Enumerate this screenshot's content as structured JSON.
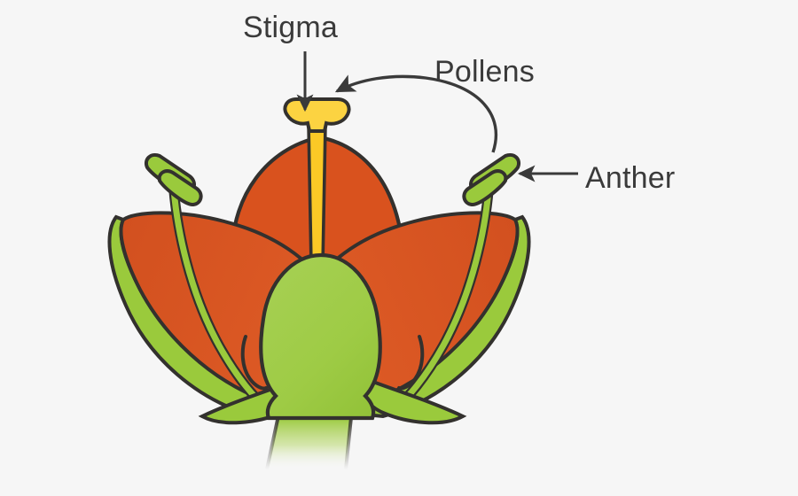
{
  "diagram": {
    "title": "Flower structure diagram",
    "background_color": "#f6f6f6",
    "labels": {
      "stigma": "Stigma",
      "pollens": "Pollens",
      "anther": "Anther"
    },
    "colors": {
      "petal_orange": "#d9521e",
      "petal_orange_light": "#e0622b",
      "sepal_green": "#9aca3c",
      "ovary_green": "#9ecb45",
      "style_yellow": "#fbc926",
      "stigma_yellow": "#fcd341",
      "outline_dark": "#33312e",
      "label_text": "#3a3a3a",
      "arrow_stroke": "#3a3a3a",
      "background": "#f6f6f6"
    },
    "parts": [
      {
        "name": "stigma",
        "color": "#fcd341",
        "description": "yellow T-shaped cap at top of style"
      },
      {
        "name": "style",
        "color": "#fbc926",
        "description": "yellow vertical stalk below stigma"
      },
      {
        "name": "ovary",
        "color": "#9ecb45",
        "description": "large green rounded base"
      },
      {
        "name": "stem",
        "color": "#9ecb45",
        "description": "green stem fading at bottom"
      },
      {
        "name": "petal-center",
        "color": "#d9521e",
        "description": "round orange petal behind"
      },
      {
        "name": "petal-left",
        "color": "#d9521e",
        "description": "large orange petal to the left"
      },
      {
        "name": "petal-right",
        "color": "#d9521e",
        "description": "large orange petal to the right"
      },
      {
        "name": "sepal-left",
        "color": "#9aca3c",
        "description": "green sepal on outer left petal edge"
      },
      {
        "name": "sepal-right",
        "color": "#9aca3c",
        "description": "green sepal on outer right petal edge"
      },
      {
        "name": "anther-left",
        "color": "#9aca3c",
        "description": "green oval pollen sac, left stamen"
      },
      {
        "name": "anther-right",
        "color": "#9aca3c",
        "description": "green oval pollen sac, right stamen"
      },
      {
        "name": "filament-left",
        "color": "#9aca3c",
        "description": "green stalk of left stamen"
      },
      {
        "name": "filament-right",
        "color": "#9aca3c",
        "description": "green stalk of right stamen"
      }
    ],
    "annotations": [
      {
        "name": "stigma-pointer",
        "type": "straight-arrow",
        "label": "Stigma",
        "direction": "downward"
      },
      {
        "name": "pollens-pointer",
        "type": "curved-arrow",
        "label": "Pollens",
        "direction": "right-to-left-arc"
      },
      {
        "name": "anther-pointer",
        "type": "straight-arrow",
        "label": "Anther",
        "direction": "leftward"
      }
    ]
  }
}
